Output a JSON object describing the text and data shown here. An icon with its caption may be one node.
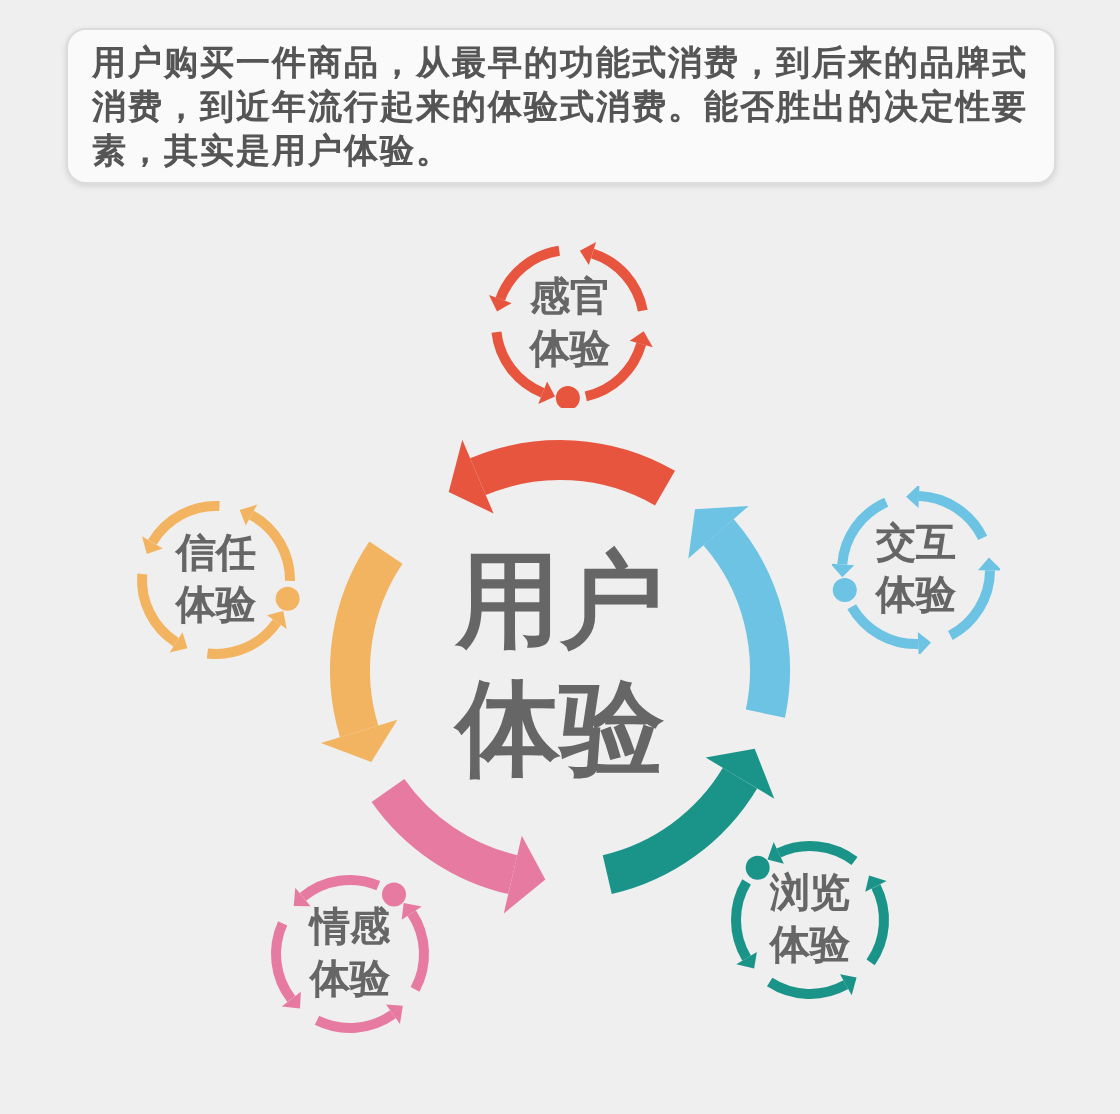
{
  "diagram": {
    "nodes": [
      {
        "text": [
          "用户购买一件商品，从最早的功能式消费，到后来的品牌式消费，到近年流行起来的体验式消费。能否胜出的决定性要素，其实是用户体验。"
        ]
      },
      {
        "text": [
          "感官体验"
        ]
      },
      {
        "text": [
          "交互体验"
        ]
      },
      {
        "text": [
          "浏览体验"
        ]
      },
      {
        "text": [
          "情感体验"
        ]
      },
      {
        "text": [
          "信任体验"
        ]
      }
    ],
    "labels": [
      "用户体验"
    ]
  }
}
